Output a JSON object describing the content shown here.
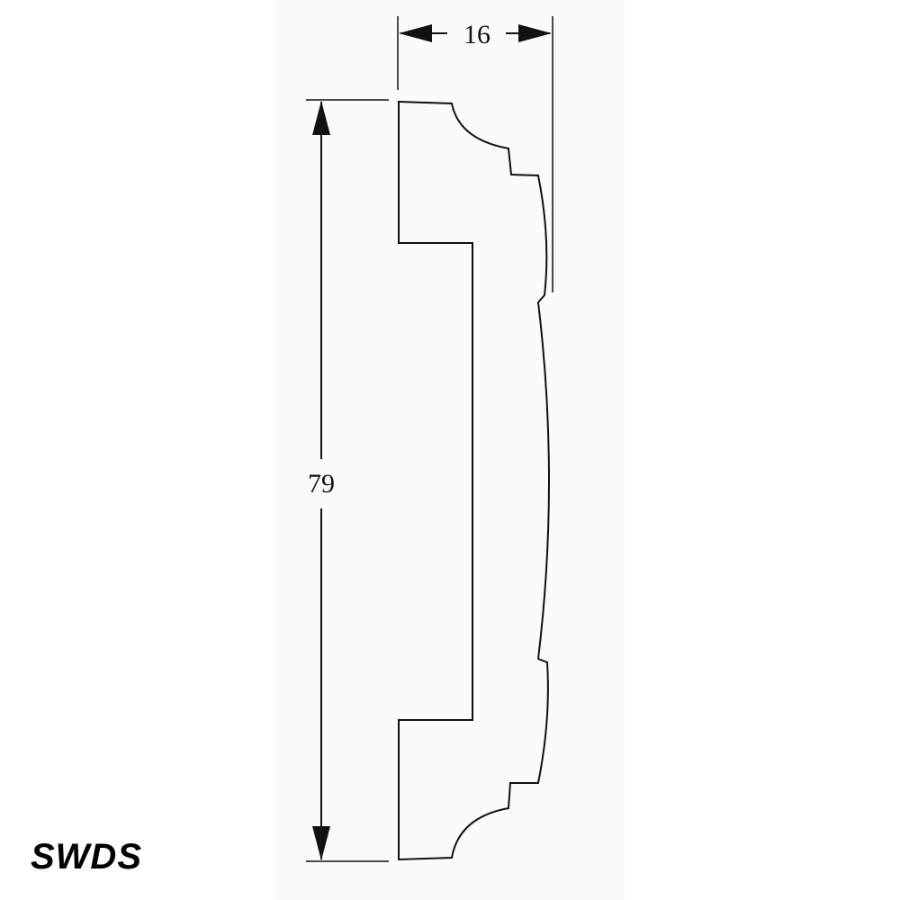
{
  "drawing": {
    "width_dimension": "16",
    "height_dimension": "79"
  },
  "brand": {
    "text": "SWDS"
  },
  "colors": {
    "line": "#111111",
    "background": "#ffffff"
  }
}
